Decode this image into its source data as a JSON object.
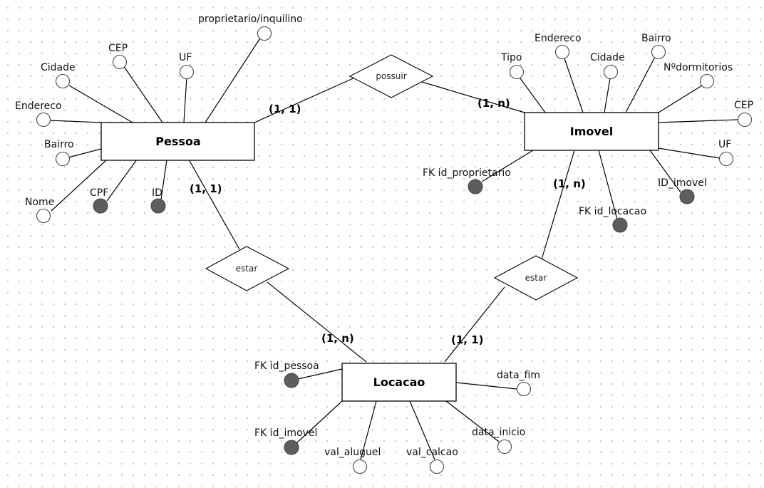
{
  "entities": {
    "pessoa": {
      "name": "Pessoa"
    },
    "imovel": {
      "name": "Imovel"
    },
    "locacao": {
      "name": "Locacao"
    }
  },
  "relationships": {
    "possuir": {
      "name": "possuir"
    },
    "estar_pessoa": {
      "name": "estar"
    },
    "estar_imovel": {
      "name": "estar"
    }
  },
  "cardinalities": {
    "pessoa_possuir": "(1, 1)",
    "imovel_possuir": "(1, n)",
    "pessoa_estar": "(1, 1)",
    "locacao_estar_pessoa": "(1, n)",
    "imovel_estar": "(1, n)",
    "locacao_estar_imovel": "(1, 1)"
  },
  "attributes": {
    "pessoa": {
      "proprietario_inquilino": {
        "label": "proprietario/inquilino",
        "key": false
      },
      "cep": {
        "label": "CEP",
        "key": false
      },
      "uf": {
        "label": "UF",
        "key": false
      },
      "cidade": {
        "label": "Cidade",
        "key": false
      },
      "endereco": {
        "label": "Endereco",
        "key": false
      },
      "bairro": {
        "label": "Bairro",
        "key": false
      },
      "nome": {
        "label": "Nome",
        "key": false
      },
      "cpf": {
        "label": "CPF",
        "key": true
      },
      "id": {
        "label": "ID",
        "key": true
      }
    },
    "imovel": {
      "tipo": {
        "label": "Tipo",
        "key": false
      },
      "endereco": {
        "label": "Endereco",
        "key": false
      },
      "cidade": {
        "label": "Cidade",
        "key": false
      },
      "bairro": {
        "label": "Bairro",
        "key": false
      },
      "ndormitorios": {
        "label": "Nºdormitorios",
        "key": false
      },
      "cep": {
        "label": "CEP",
        "key": false
      },
      "uf": {
        "label": "UF",
        "key": false
      },
      "id_imovel": {
        "label": "ID_imovel",
        "key": true
      },
      "fk_id_proprietario": {
        "label": "FK id_proprietario",
        "key": true
      },
      "fk_id_locacao": {
        "label": "FK id_locacao",
        "key": true
      }
    },
    "locacao": {
      "fk_id_pessoa": {
        "label": "FK id_pessoa",
        "key": true
      },
      "fk_id_imovel": {
        "label": "FK id_imovel",
        "key": true
      },
      "val_aluguel": {
        "label": "val_aluguel",
        "key": false
      },
      "val_calcao": {
        "label": "val_calcao",
        "key": false
      },
      "data_inicio": {
        "label": "data_inicio",
        "key": false
      },
      "data_fim": {
        "label": "data_fim",
        "key": false
      }
    }
  }
}
